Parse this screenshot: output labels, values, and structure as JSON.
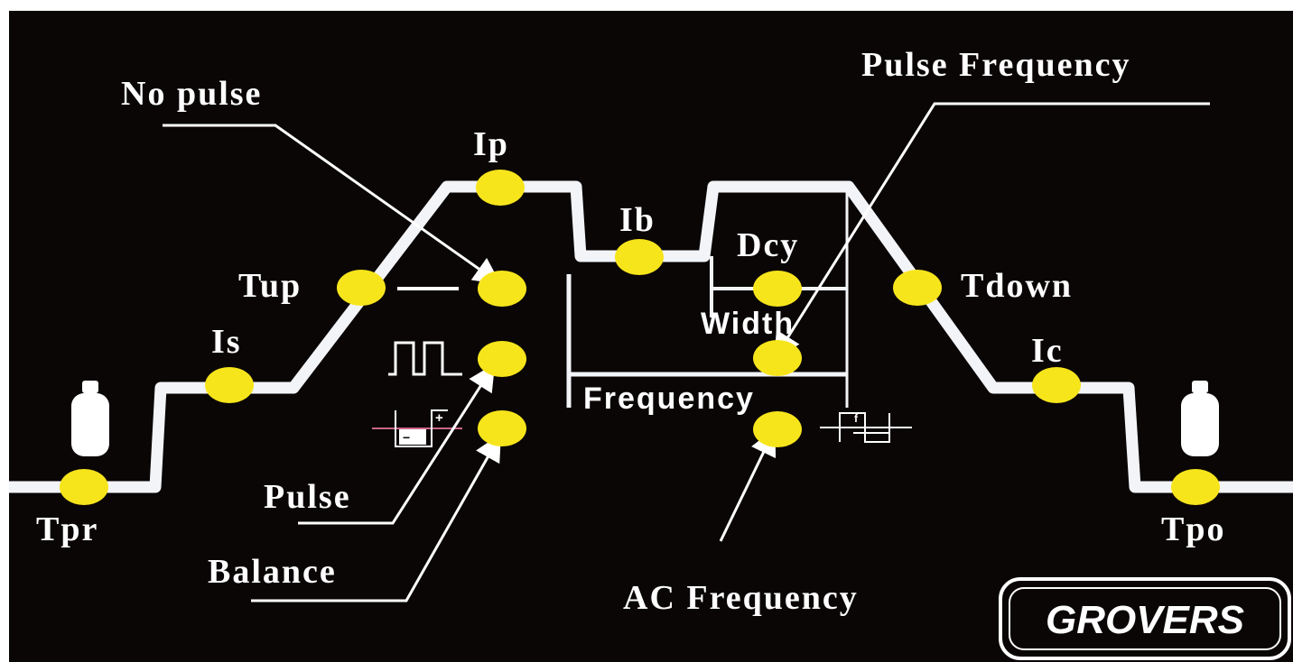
{
  "diagram": {
    "top_labels": {
      "no_pulse": "No pulse",
      "pulse_frequency": "Pulse Frequency"
    },
    "parameters": {
      "tpr": "Tpr",
      "is": "Is",
      "tup": "Tup",
      "ip": "Ip",
      "ib": "Ib",
      "dcy": "Dcy",
      "tdown": "Tdown",
      "ic": "Ic",
      "tpo": "Tpo"
    },
    "inner_labels": {
      "width": "Width",
      "frequency": "Frequency"
    },
    "bottom_labels": {
      "pulse": "Pulse",
      "balance": "Balance",
      "ac_frequency": "AC Frequency"
    },
    "waveform_glyphs": {
      "plus": "+",
      "minus": "−",
      "f": "f"
    },
    "logo": "GROVERS",
    "colors": {
      "background": "#0a0606",
      "waveform": "#f2f4f8",
      "marker": "#f7e51c",
      "text": "#ffffff"
    }
  }
}
